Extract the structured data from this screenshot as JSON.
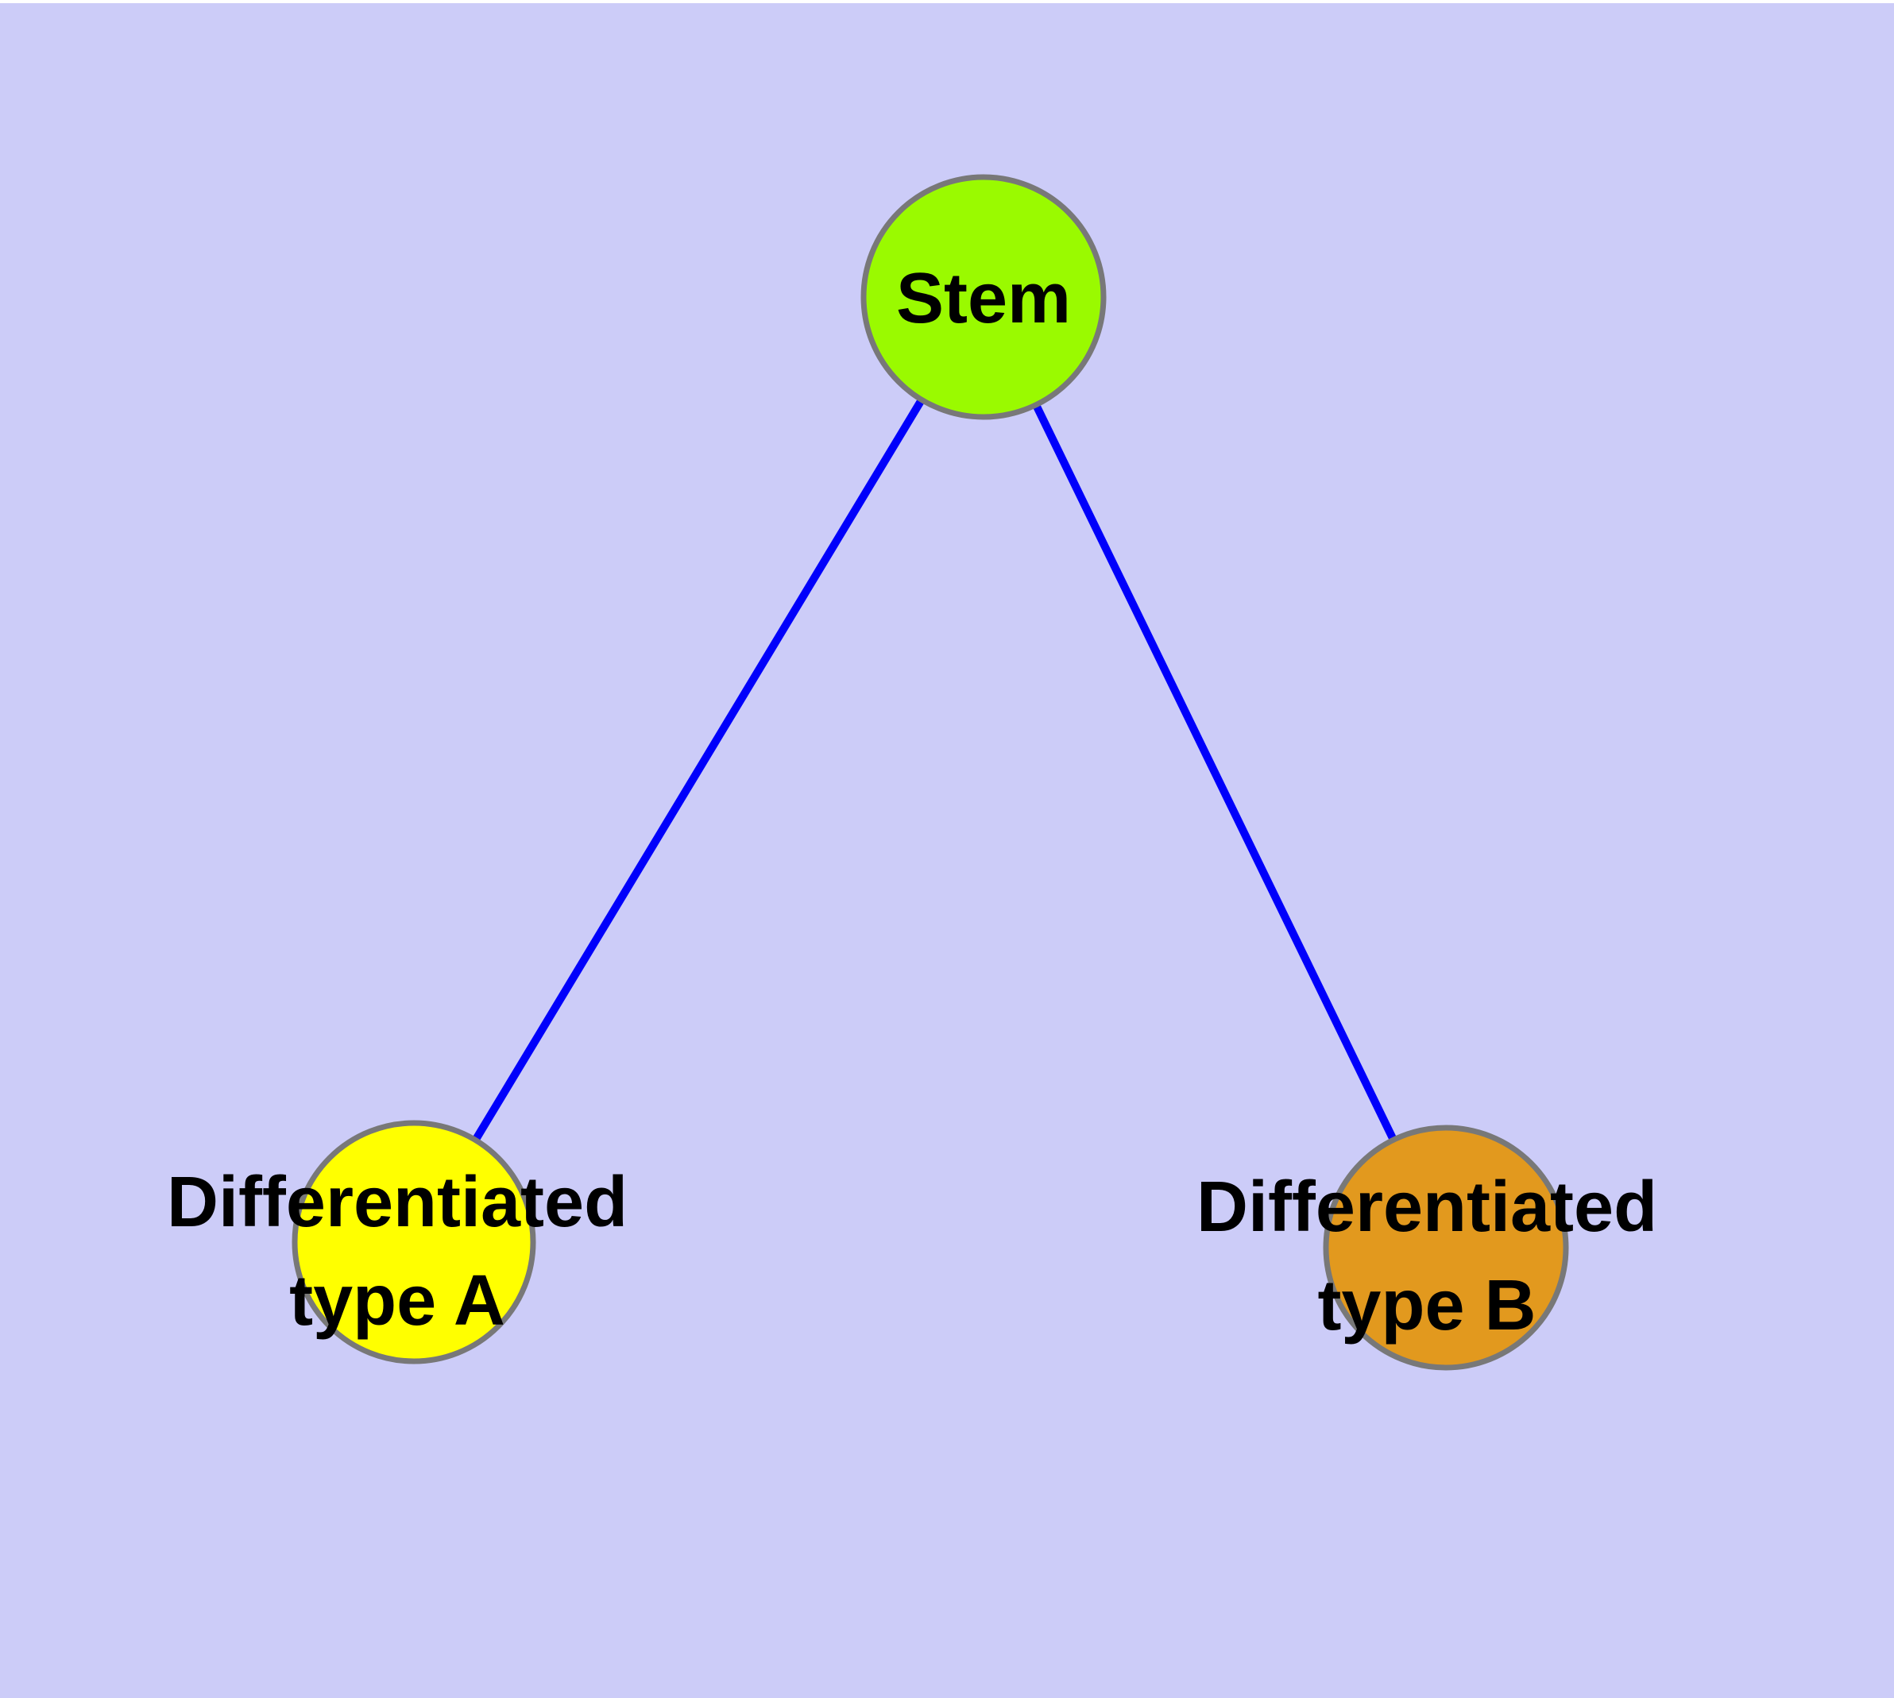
{
  "diagram": {
    "background_color": "#CCCCF8",
    "top_margin_color": "#FFFFFF",
    "edge_color": "#0000FB",
    "node_border_color": "#787878",
    "text_color": "#000000",
    "nodes": {
      "stem": {
        "label": "Stem",
        "fill_color": "#9AFA00"
      },
      "type_a": {
        "label_line1": "Differentiated",
        "label_line2": "type A",
        "fill_color": "#FFFF00"
      },
      "type_b": {
        "label_line1": "Differentiated",
        "label_line2": "type B",
        "fill_color": "#E2991E"
      }
    },
    "edges": [
      {
        "from": "stem",
        "to": "type_a"
      },
      {
        "from": "stem",
        "to": "type_b"
      }
    ]
  }
}
